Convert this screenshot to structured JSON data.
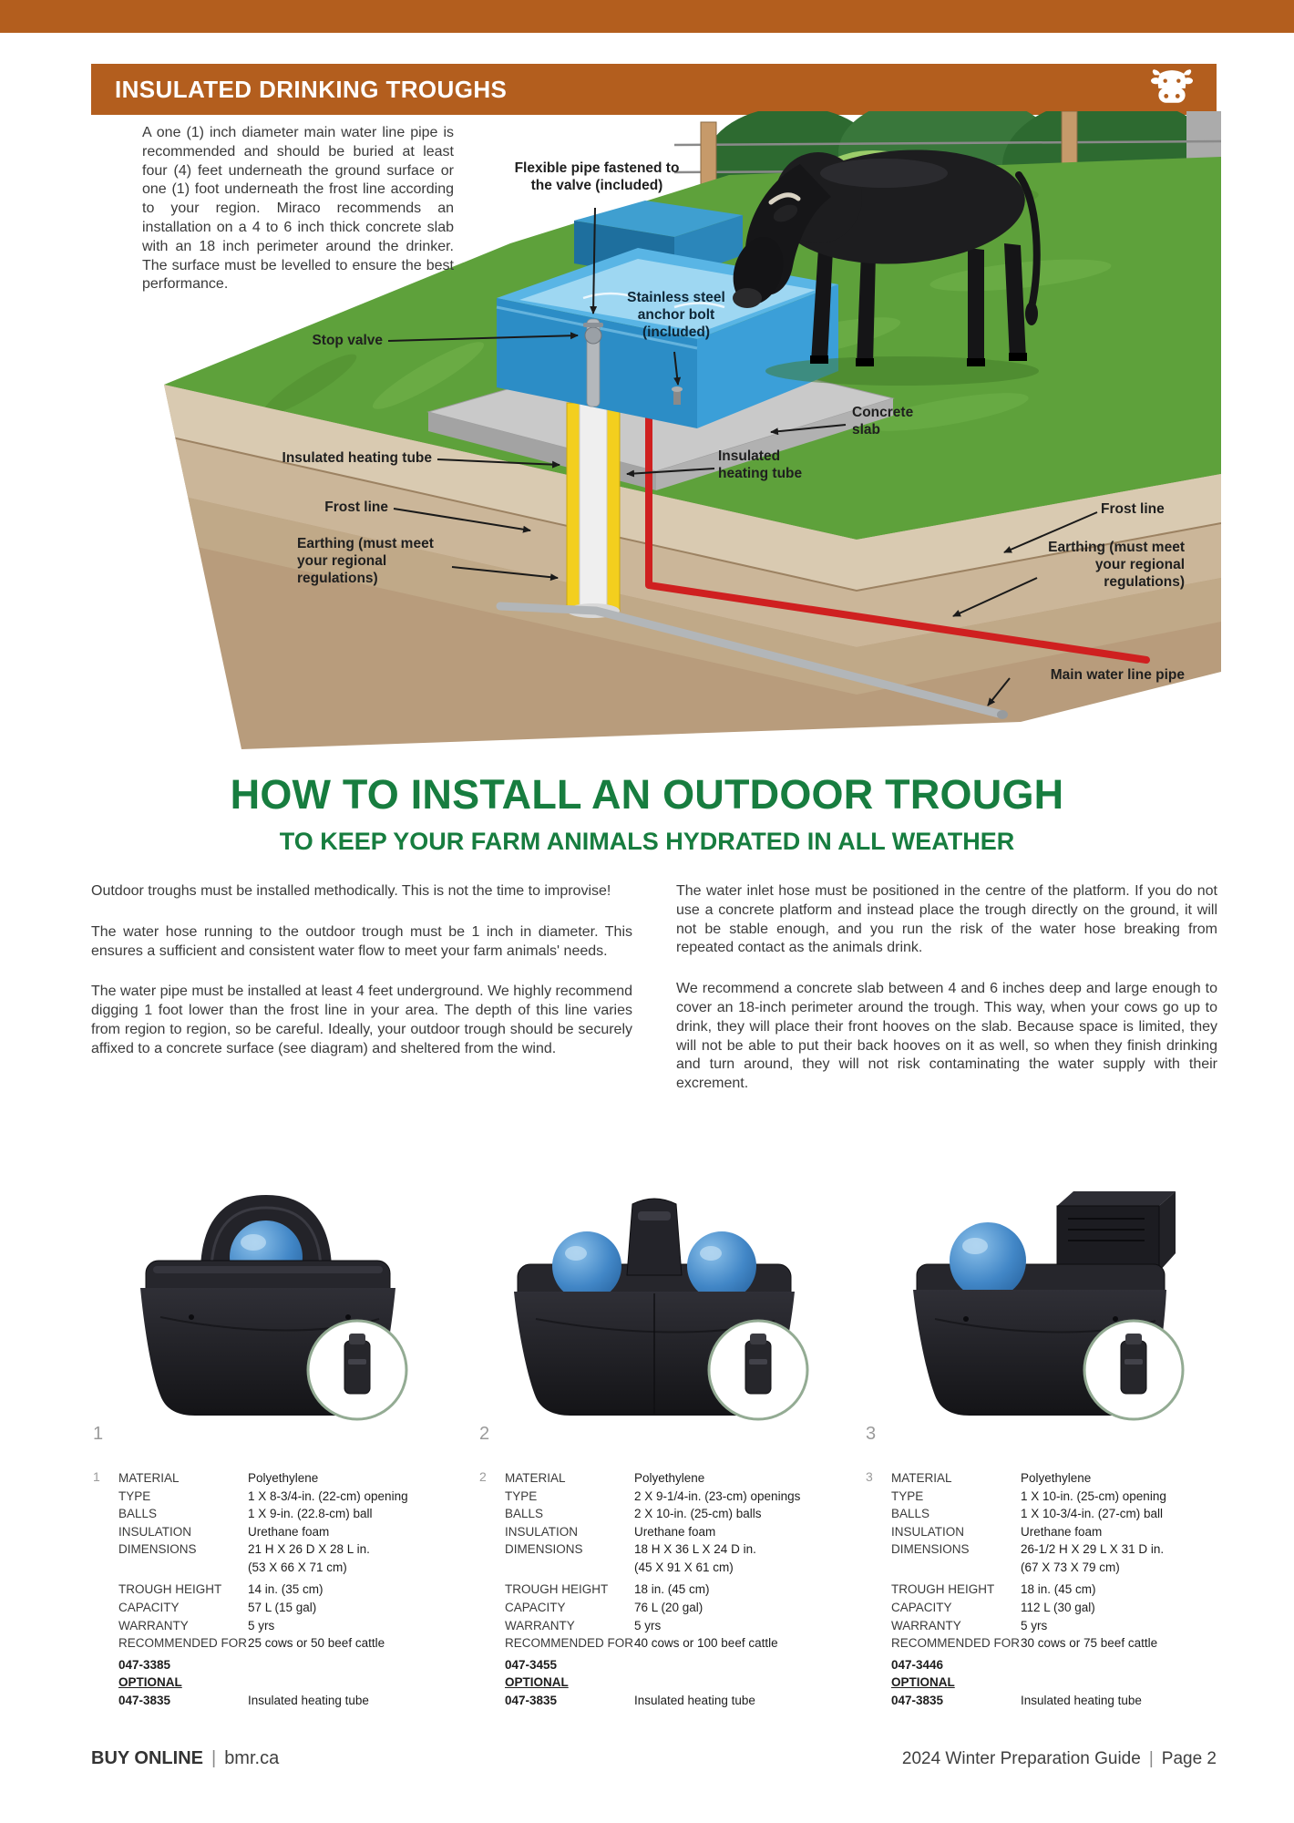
{
  "header": {
    "title": "INSULATED DRINKING TROUGHS"
  },
  "diagram": {
    "intro": "A one (1) inch diameter main water line pipe is recommended and should be buried at least four (4) feet underneath the ground surface or one (1) foot underneath the frost line according to your region. Miraco recommends an installation on a 4 to 6 inch thick concrete slab with an 18 inch perimeter around the drinker. The surface must be levelled to ensure the best performance.",
    "labels": {
      "flexible_pipe": "Flexible pipe fastened to the valve (included)",
      "stop_valve": "Stop valve",
      "anchor_bolt": "Stainless steel anchor bolt (included)",
      "concrete_slab": "Concrete slab",
      "heating_tube_left": "Insulated heating tube",
      "heating_tube_right": "Insulated heating tube",
      "frost_line_left": "Frost line",
      "frost_line_right": "Frost line",
      "earthing_left": "Earthing (must meet your regional regulations)",
      "earthing_right": "Earthing (must meet your regional regulations)",
      "main_water_line": "Main water line pipe"
    }
  },
  "section": {
    "title": "HOW TO INSTALL AN OUTDOOR TROUGH",
    "subtitle": "TO KEEP YOUR FARM ANIMALS HYDRATED IN ALL WEATHER",
    "left_paragraphs": [
      "Outdoor troughs must be installed methodically. This is not the time to improvise!",
      "The water hose running to the outdoor trough must be 1 inch in diameter. This ensures a sufficient and consistent water flow to meet your farm animals' needs.",
      "The water pipe must be installed at least 4 feet underground. We highly recommend digging 1 foot lower than the frost line in your area. The depth of this line varies from region to region, so be careful. Ideally, your outdoor trough should be securely affixed to a concrete surface (see diagram) and sheltered from the wind."
    ],
    "right_paragraphs": [
      "The water inlet hose must be positioned in the centre of the platform. If you do not use a concrete platform and instead place the trough directly on the ground, it will not be stable enough, and you run the risk of the water hose breaking from repeated contact as the animals drink.",
      "We recommend a concrete slab between 4 and 6 inches deep and large enough to cover an 18-inch perimeter around the trough. This way, when your cows go up to drink, they will place their front hooves on the slab. Because space is limited, they will not be able to put their back hooves on it as well, so when they finish drinking and turn around, they will not risk contaminating the water supply with their excrement."
    ]
  },
  "products": [
    {
      "number": "1",
      "specs": [
        {
          "label": "MATERIAL",
          "value": "Polyethylene"
        },
        {
          "label": "TYPE",
          "value": "1 X 8-3/4-in. (22-cm) opening"
        },
        {
          "label": "BALLS",
          "value": "1 X 9-in. (22.8-cm) ball"
        },
        {
          "label": "INSULATION",
          "value": "Urethane foam"
        },
        {
          "label": "DIMENSIONS",
          "value": "21 H X 26 D X 28 L in.\n(53 X 66 X 71 cm)"
        },
        {
          "label": "TROUGH HEIGHT",
          "value": "14 in. (35 cm)"
        },
        {
          "label": "CAPACITY",
          "value": "57 L (15 gal)"
        },
        {
          "label": "WARRANTY",
          "value": "5 yrs"
        },
        {
          "label": "RECOMMENDED FOR",
          "value": "25 cows or 50 beef cattle"
        }
      ],
      "sku": "047-3385",
      "optional_heading": "OPTIONAL",
      "optional_sku": "047-3835",
      "optional_value": "Insulated heating tube"
    },
    {
      "number": "2",
      "specs": [
        {
          "label": "MATERIAL",
          "value": "Polyethylene"
        },
        {
          "label": "TYPE",
          "value": "2 X 9-1/4-in. (23-cm) openings"
        },
        {
          "label": "BALLS",
          "value": "2 X 10-in. (25-cm) balls"
        },
        {
          "label": "INSULATION",
          "value": "Urethane foam"
        },
        {
          "label": "DIMENSIONS",
          "value": "18 H X 36 L X 24 D in.\n(45 X 91 X 61 cm)"
        },
        {
          "label": "TROUGH HEIGHT",
          "value": "18 in. (45 cm)"
        },
        {
          "label": "CAPACITY",
          "value": "76 L (20 gal)"
        },
        {
          "label": "WARRANTY",
          "value": "5 yrs"
        },
        {
          "label": "RECOMMENDED FOR",
          "value": "40 cows or 100 beef cattle"
        }
      ],
      "sku": "047-3455",
      "optional_heading": "OPTIONAL",
      "optional_sku": "047-3835",
      "optional_value": "Insulated heating tube"
    },
    {
      "number": "3",
      "specs": [
        {
          "label": "MATERIAL",
          "value": "Polyethylene"
        },
        {
          "label": "TYPE",
          "value": "1 X 10-in. (25-cm) opening"
        },
        {
          "label": "BALLS",
          "value": "1 X 10-3/4-in. (27-cm) ball"
        },
        {
          "label": "INSULATION",
          "value": "Urethane foam"
        },
        {
          "label": "DIMENSIONS",
          "value": "26-1/2 H X 29 L X 31 D in.\n(67 X 73 X 79 cm)"
        },
        {
          "label": "TROUGH HEIGHT",
          "value": "18 in. (45 cm)"
        },
        {
          "label": "CAPACITY",
          "value": "112 L (30 gal)"
        },
        {
          "label": "WARRANTY",
          "value": "5 yrs"
        },
        {
          "label": "RECOMMENDED FOR",
          "value": "30 cows or 75 beef cattle"
        }
      ],
      "sku": "047-3446",
      "optional_heading": "OPTIONAL",
      "optional_sku": "047-3835",
      "optional_value": "Insulated heating tube"
    }
  ],
  "footer": {
    "buy_online": "BUY ONLINE",
    "separator": "|",
    "site": "bmr.ca",
    "right_guide": "2024 Winter Preparation Guide",
    "right_separator": "|",
    "right_page": "Page 2"
  },
  "colors": {
    "accent_orange": "#b35e1e",
    "heading_green": "#177d3f"
  }
}
